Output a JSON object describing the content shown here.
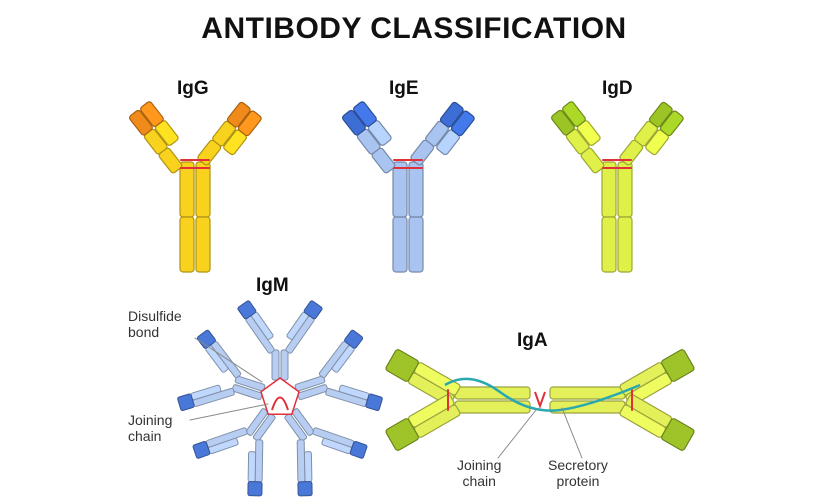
{
  "title": "ANTIBODY CLASSIFICATION",
  "antibodies": [
    {
      "name": "IgG",
      "colors": {
        "variable": "#f08a1a",
        "constant": "#f9d21e"
      }
    },
    {
      "name": "IgE",
      "colors": {
        "variable": "#3d6ed6",
        "constant": "#a9c4f0"
      }
    },
    {
      "name": "IgD",
      "colors": {
        "variable": "#9cc424",
        "constant": "#dff048"
      }
    },
    {
      "name": "IgM",
      "colors": {
        "variable": "#4a78d8",
        "constant": "#b7cdf2"
      }
    },
    {
      "name": "IgA",
      "colors": {
        "variable": "#9fc42a",
        "constant": "#e3f05a"
      }
    }
  ],
  "annotations": {
    "igm_disulfide": [
      "Disulfide",
      "bond"
    ],
    "igm_joining": [
      "Joining",
      "chain"
    ],
    "iga_joining": [
      "Joining",
      "chain"
    ],
    "iga_secretory": [
      "Secretory",
      "protein"
    ]
  },
  "colors": {
    "bond": "#e0303a",
    "secretory": "#2aa8b0",
    "pointer": "#888888"
  }
}
